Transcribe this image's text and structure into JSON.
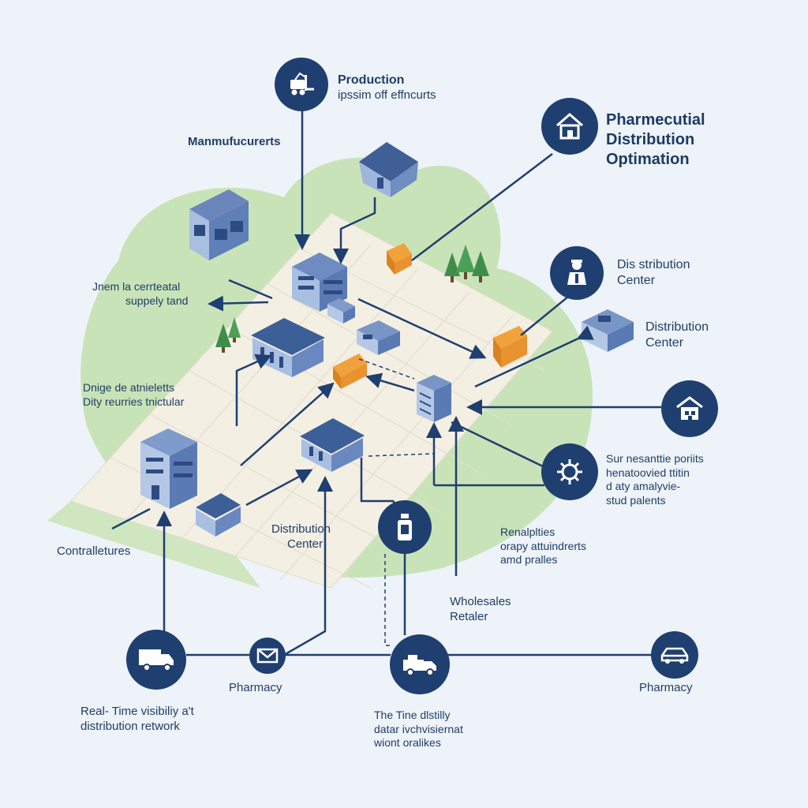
{
  "colors": {
    "navy": "#1f3f70",
    "map_green": "#c8e2b7",
    "map_road": "#f3eee2",
    "building_blue": "#8ea8d0",
    "truck_orange": "#f2a23a"
  },
  "labels": {
    "production": {
      "title": "Production",
      "sub": "ipssim off effncurts"
    },
    "manufacturers": "Manmufucurerts",
    "title": [
      "Pharmecutial",
      "Distribution",
      "Optimation"
    ],
    "dist1": [
      "Dis stribution",
      "Center"
    ],
    "dist2": [
      "Distribution",
      "Center"
    ],
    "jnem": [
      "Jnem la cerrteatal",
      "suppely tand"
    ],
    "dnige": [
      "Dnige de atnieletts",
      "Dity reurries tnictular"
    ],
    "sur": [
      "Sur nesanttie poriits",
      "henatoovied ttitin",
      "d aty amalyvie-",
      "stud palents"
    ],
    "dist_center": [
      "Distribution",
      "Center"
    ],
    "renalpl": [
      "Renalplties",
      "orapy attuindrerts",
      "amd pralles"
    ],
    "contraletures": "Contralletures",
    "wholesales": [
      "Wholesales",
      "Retaler"
    ],
    "pharmacy_left": "Pharmacy",
    "pharmacy_right": "Pharmacy",
    "real_time": [
      "Real- Time visibiliy a't",
      "distribution retwork"
    ],
    "the_time": [
      "The Tine dlstilly",
      "datar ivchvisiernat",
      "wiont oralikes"
    ]
  },
  "icons": {
    "production": "forklift-icon",
    "title": "house-icon",
    "dist1": "worker-icon",
    "warehouse": "warehouse-icon",
    "gear": "gear-icon",
    "bottle": "medicine-bottle-icon",
    "truck": "truck-icon",
    "mail": "envelope-icon",
    "delivery": "delivery-truck-icon",
    "car": "car-icon"
  }
}
